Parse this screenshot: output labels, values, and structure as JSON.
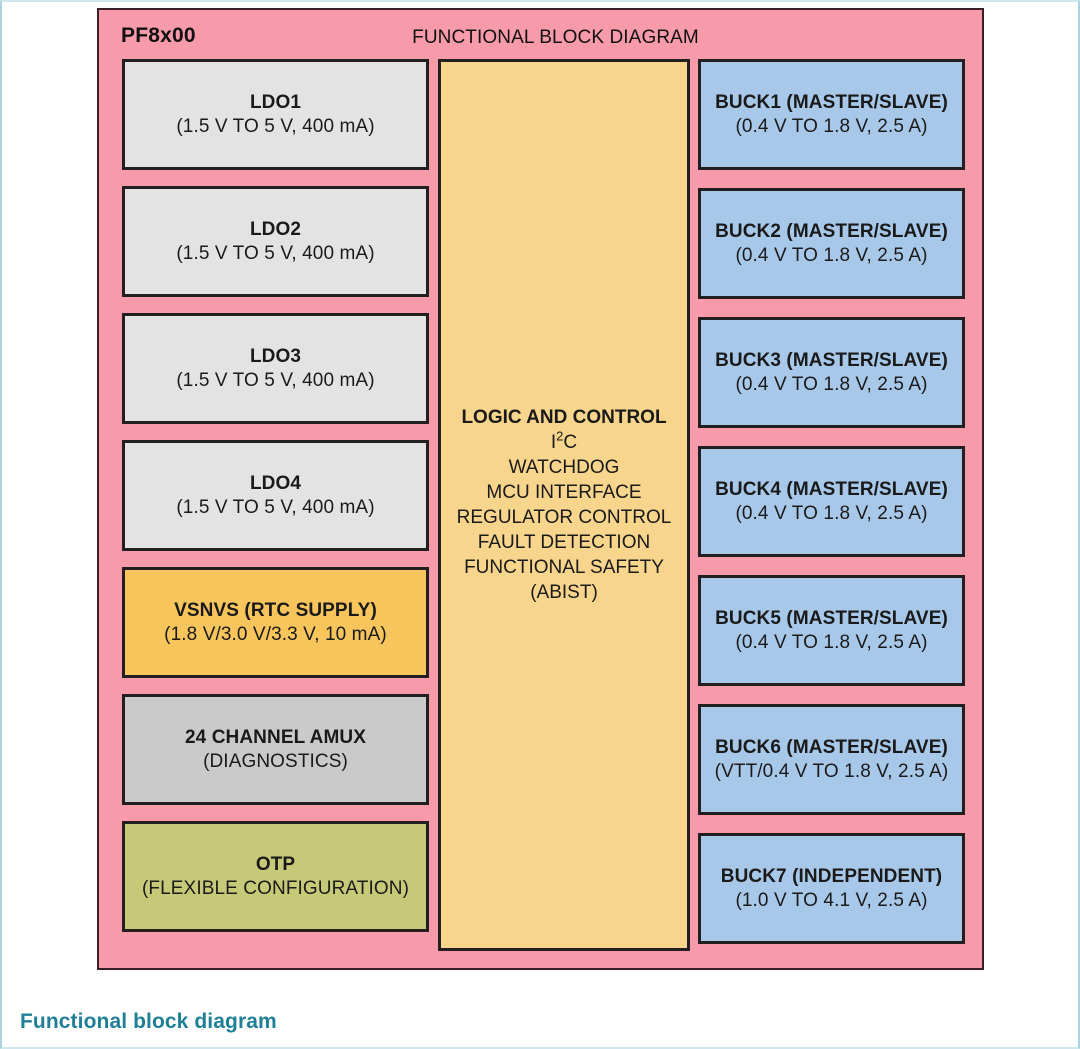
{
  "page": {
    "caption": "Functional block diagram",
    "caption_color": "#1f7f96",
    "background": "#ffffff",
    "border_color": "#a9d4de"
  },
  "diagram": {
    "device_name": "PF8x00",
    "title": "FUNCTIONAL BLOCK DIAGRAM",
    "container_color": "#f79aaa",
    "outline_color": "#231f20",
    "left_column": [
      {
        "title": "LDO1",
        "sub": "(1.5 V TO 5 V, 400 mA)",
        "color": "#e3e3e3"
      },
      {
        "title": "LDO2",
        "sub": "(1.5 V TO 5 V, 400 mA)",
        "color": "#e3e3e3"
      },
      {
        "title": "LDO3",
        "sub": "(1.5 V TO 5 V, 400 mA)",
        "color": "#e3e3e3"
      },
      {
        "title": "LDO4",
        "sub": "(1.5 V TO 5 V, 400 mA)",
        "color": "#e3e3e3"
      },
      {
        "title": "VSNVS (RTC SUPPLY)",
        "sub": "(1.8 V/3.0 V/3.3 V, 10 mA)",
        "color": "#f7c55c"
      },
      {
        "title": "24 CHANNEL AMUX",
        "sub": "(DIAGNOSTICS)",
        "color": "#cacaca"
      },
      {
        "title": "OTP",
        "sub": "(FLEXIBLE CONFIGURATION)",
        "color": "#c6ca78"
      }
    ],
    "center_block": {
      "color": "#f7d58c",
      "heading": "LOGIC AND CONTROL",
      "i2c_base": "I",
      "i2c_sup": "2",
      "i2c_tail": "C",
      "lines": [
        "WATCHDOG",
        "MCU INTERFACE",
        "REGULATOR CONTROL",
        "FAULT DETECTION",
        "FUNCTIONAL SAFETY",
        "(ABIST)"
      ]
    },
    "right_column": [
      {
        "title": "BUCK1 (MASTER/SLAVE)",
        "sub": "(0.4 V TO 1.8 V, 2.5 A)",
        "color": "#a8c8ea"
      },
      {
        "title": "BUCK2 (MASTER/SLAVE)",
        "sub": "(0.4 V TO 1.8 V, 2.5 A)",
        "color": "#a8c8ea"
      },
      {
        "title": "BUCK3 (MASTER/SLAVE)",
        "sub": "(0.4 V TO 1.8 V, 2.5 A)",
        "color": "#a8c8ea"
      },
      {
        "title": "BUCK4 (MASTER/SLAVE)",
        "sub": "(0.4 V TO 1.8 V, 2.5 A)",
        "color": "#a8c8ea"
      },
      {
        "title": "BUCK5 (MASTER/SLAVE)",
        "sub": "(0.4 V TO 1.8 V, 2.5 A)",
        "color": "#a8c8ea"
      },
      {
        "title": "BUCK6 (MASTER/SLAVE)",
        "sub": "(VTT/0.4 V TO 1.8 V, 2.5 A)",
        "color": "#a8c8ea"
      },
      {
        "title": "BUCK7 (INDEPENDENT)",
        "sub": "(1.0 V TO 4.1 V, 2.5 A)",
        "color": "#a8c8ea"
      }
    ]
  }
}
